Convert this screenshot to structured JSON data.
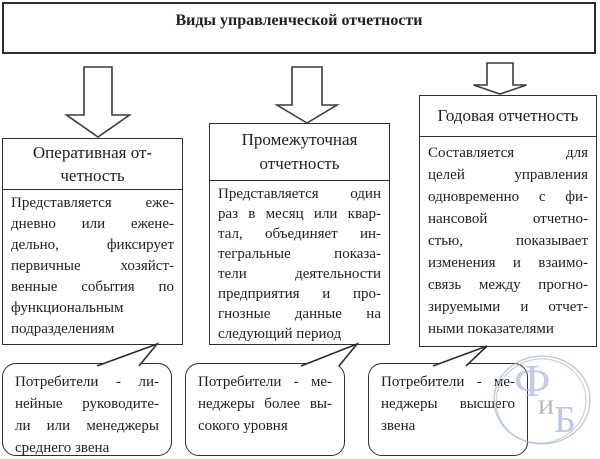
{
  "title": "Виды управленческой отчетности",
  "columns": [
    {
      "id": "operational",
      "header_lines": [
        "Оперативная от-",
        "четность"
      ],
      "body_lines": [
        "Представляется еже-",
        "дневно или ежене-",
        "дельно, фиксирует",
        "первичные хозяйст-",
        "венные события по",
        "функциональным",
        "подразделениям"
      ],
      "callout_lines": [
        "Потребители - ли-",
        "нейные руководите-",
        "ли или менеджеры",
        "среднего звена"
      ]
    },
    {
      "id": "interim",
      "header_lines": [
        "Промежуточная",
        "отчетность"
      ],
      "body_lines": [
        "Представляется один",
        "раз в месяц или квар-",
        "тал, объединяет ин-",
        "тегральные показа-",
        "тели деятельности",
        "предприятия и про-",
        "гнозные данные на",
        "следующий период"
      ],
      "callout_lines": [
        "Потребители - ме-",
        "неджеры более вы-",
        "сокого уровня"
      ]
    },
    {
      "id": "annual",
      "header_lines": [
        "Годовая отчетность"
      ],
      "body_lines": [
        "Составляется для",
        "целей управления",
        "одновременно с фи-",
        "нансовой отчетно-",
        "стью, показывает",
        "изменения и взаимо-",
        "связь между прогно-",
        "зируемыми и отчет-",
        "ными показателями"
      ],
      "callout_lines": [
        "Потребители - ме-",
        "неджеры высшего",
        "звена"
      ]
    }
  ],
  "watermark": {
    "letters": [
      {
        "char": "Ф",
        "color": "#a9b8da"
      },
      {
        "char": "и",
        "color": "#9e9e9e"
      },
      {
        "char": "Б",
        "color": "#9db4dd"
      }
    ],
    "circle_color": "#9fb0cc"
  },
  "colors": {
    "border": "#2e2e2e",
    "text": "#1f1f1f",
    "background": "#ffffff"
  }
}
